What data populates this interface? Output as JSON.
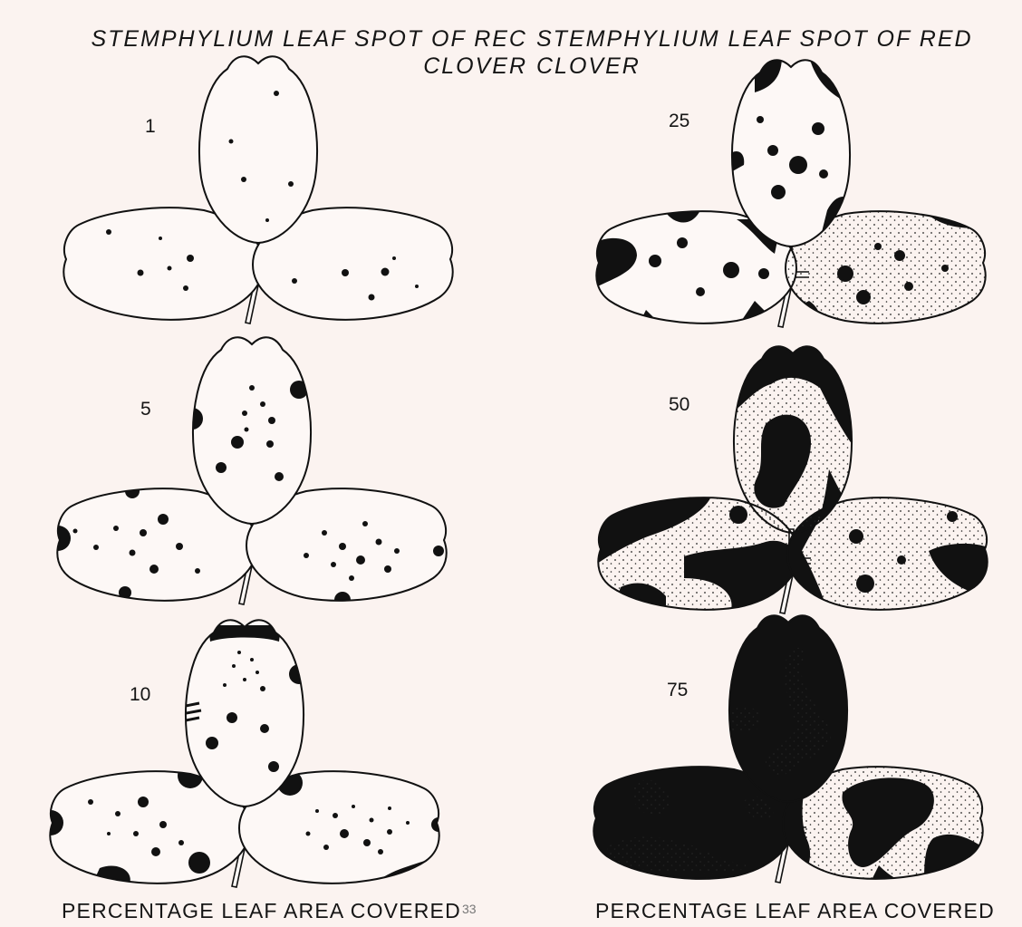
{
  "figure": {
    "titles": [
      "STEMPHYLIUM LEAF SPOT OF REC\nCLOVER",
      "STEMPHYLIUM LEAF SPOT OF RED\nCLOVER"
    ],
    "captions": [
      "PERCENTAGE LEAF AREA COVERED",
      "PERCENTAGE LEAF AREA COVERED"
    ],
    "page_mark": "33"
  },
  "ratings": [
    {
      "label": "1",
      "percent_covered": 1
    },
    {
      "label": "5",
      "percent_covered": 5
    },
    {
      "label": "10",
      "percent_covered": 10
    },
    {
      "label": "25",
      "percent_covered": 25
    },
    {
      "label": "50",
      "percent_covered": 50
    },
    {
      "label": "75",
      "percent_covered": 75
    }
  ],
  "colors": {
    "paper": "#fbf3f0",
    "ink": "#111111",
    "leaf_fill": "#fdf8f6"
  }
}
